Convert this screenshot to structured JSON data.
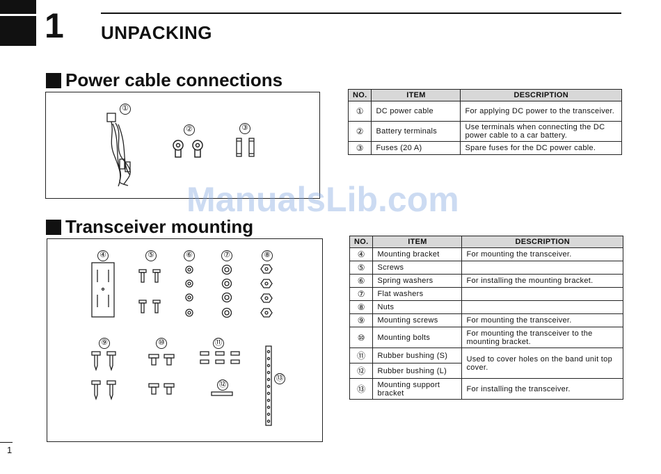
{
  "chapter": {
    "number": "1",
    "title": "UNPACKING"
  },
  "watermark": "ManualsLib.com",
  "page_number": "1",
  "power_cable": {
    "heading": "Power cable connections",
    "callouts": [
      "①",
      "②",
      "③"
    ],
    "table": {
      "headers": [
        "NO.",
        "ITEM",
        "DESCRIPTION"
      ],
      "rows": [
        {
          "no": "①",
          "item": "DC power cable",
          "desc": "For applying DC power to the transceiver."
        },
        {
          "no": "②",
          "item": "Battery terminals",
          "desc": "Use terminals when connecting the DC power cable to a car battery."
        },
        {
          "no": "③",
          "item": "Fuses (20 A)",
          "desc": "Spare fuses for the DC power cable."
        }
      ]
    }
  },
  "mounting": {
    "heading": "Transceiver mounting",
    "callouts": [
      "④",
      "⑤",
      "⑥",
      "⑦",
      "⑧",
      "⑨",
      "⑩",
      "⑪",
      "⑫",
      "⑬"
    ],
    "table": {
      "headers": [
        "NO.",
        "ITEM",
        "DESCRIPTION"
      ],
      "rows": [
        {
          "no": "④",
          "item": "Mounting bracket",
          "desc": "For mounting the transceiver."
        },
        {
          "no": "⑤",
          "item": "Screws",
          "desc": ""
        },
        {
          "no": "⑥",
          "item": "Spring washers",
          "desc": "For installing the mounting bracket."
        },
        {
          "no": "⑦",
          "item": "Flat washers",
          "desc": ""
        },
        {
          "no": "⑧",
          "item": "Nuts",
          "desc": ""
        },
        {
          "no": "⑨",
          "item": "Mounting screws",
          "desc": "For mounting the transceiver."
        },
        {
          "no": "⑩",
          "item": "Mounting bolts",
          "desc": "For mounting the transceiver to the mounting bracket."
        },
        {
          "no": "⑪",
          "item": "Rubber bushing (S)",
          "desc": "Used to cover holes on the band unit top cover."
        },
        {
          "no": "⑫",
          "item": "Rubber bushing (L)",
          "desc": null
        },
        {
          "no": "⑬",
          "item": "Mounting support bracket",
          "desc": "For installing the transceiver."
        }
      ]
    }
  }
}
